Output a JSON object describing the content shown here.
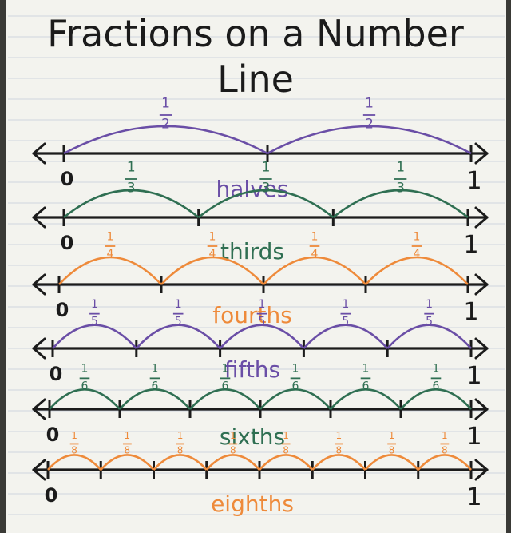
{
  "title": {
    "line1": "Fractions on a Number",
    "line2": "Line"
  },
  "colors": {
    "paper": "#f3f3ee",
    "rule": "#cfd6de",
    "ink": "#1b1b1b",
    "purple": "#6a4ea6",
    "green": "#2f6f52",
    "orange": "#ee8a3a"
  },
  "number_lines": [
    {
      "name": "halves",
      "denominator": 2,
      "color": "purple",
      "zero_label": "0",
      "one_label": "1",
      "arc_label": "1/2"
    },
    {
      "name": "thirds",
      "denominator": 3,
      "color": "green",
      "zero_label": "0",
      "one_label": "1",
      "arc_label": "1/3"
    },
    {
      "name": "fourths",
      "denominator": 4,
      "color": "orange",
      "zero_label": "0",
      "one_label": "1",
      "arc_label": "1/4"
    },
    {
      "name": "fifths",
      "denominator": 5,
      "color": "purple",
      "zero_label": "0",
      "one_label": "1",
      "arc_label": "1/5"
    },
    {
      "name": "sixths",
      "denominator": 6,
      "color": "green",
      "zero_label": "0",
      "one_label": "1",
      "arc_label": "1/6"
    },
    {
      "name": "eighths",
      "denominator": 8,
      "color": "orange",
      "zero_label": "0",
      "one_label": "1",
      "arc_label": "1/8"
    }
  ]
}
